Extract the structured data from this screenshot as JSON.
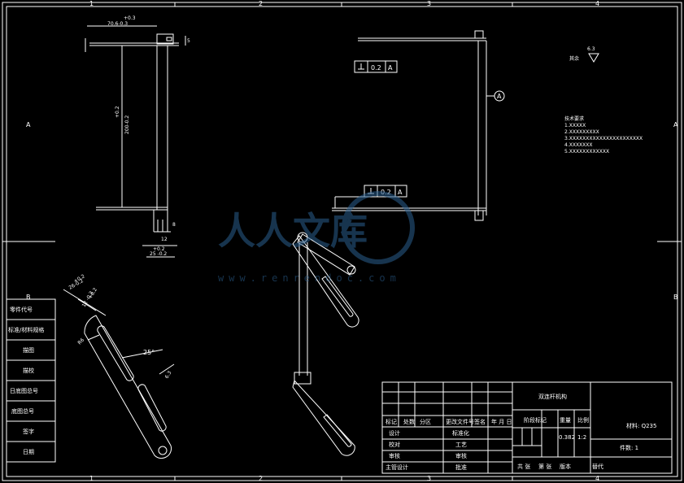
{
  "border": {
    "col_labels": [
      "1",
      "2",
      "3",
      "4"
    ],
    "row_labels": [
      "A",
      "B"
    ]
  },
  "side_panel": [
    "零件代号",
    "标准/材料规格",
    "描图",
    "描校",
    "日底图总号",
    "底图总号",
    "签字",
    "日期"
  ],
  "top_view": {
    "dim_top1": "+0.3",
    "dim_top2": "70.6-0.3",
    "dim_top3": "5",
    "dim_long1": "+0.2",
    "dim_long2": "200-0.2",
    "dim_bot1": "12",
    "dim_bot2": "25 -0.2",
    "dim_bot3": "+0.2",
    "dim_bot4": "8"
  },
  "side_view": {
    "tol1_val": "0.2",
    "tol1_ref": "A",
    "tol2_val": "0.2",
    "tol2_ref": "A",
    "datum": "A"
  },
  "roughness": {
    "label": "其余",
    "value": "6.3"
  },
  "notes": [
    "技术要求",
    "1.XXXXX",
    "2.XXXXXXXXX",
    "3.XXXXXXXXXXXXXXXXXXXXXX",
    "4.XXXXXXX",
    "5.XXXXXXXXXXXX"
  ],
  "detail_view": {
    "d1": "+0.2",
    "d2": "26-0.2",
    "d3": "+0.2",
    "d4": "12 -0.2",
    "d5": "R6",
    "d6": "25°",
    "d7": "6.3"
  },
  "title_block": {
    "part_name": "双连杆机构",
    "material": "材料: Q235",
    "qty": "件数: 1",
    "headers": [
      "标记",
      "处数",
      "分区",
      "更改文件号",
      "签名",
      "年 月 日"
    ],
    "roles": [
      "设计",
      "校对",
      "审核",
      "主管设计"
    ],
    "col2": [
      "标准化",
      "工艺",
      "审核",
      "批准"
    ],
    "stage_label": "阶段标记",
    "weight_label": "重量",
    "scale_label": "比例",
    "weight": "0.382",
    "scale": "1:2",
    "sheets": "共 张",
    "sheet": "第 张",
    "version": "版本",
    "replace": "替代"
  },
  "watermark": {
    "text": "人人文库",
    "url": "www.renrendoc.com"
  }
}
